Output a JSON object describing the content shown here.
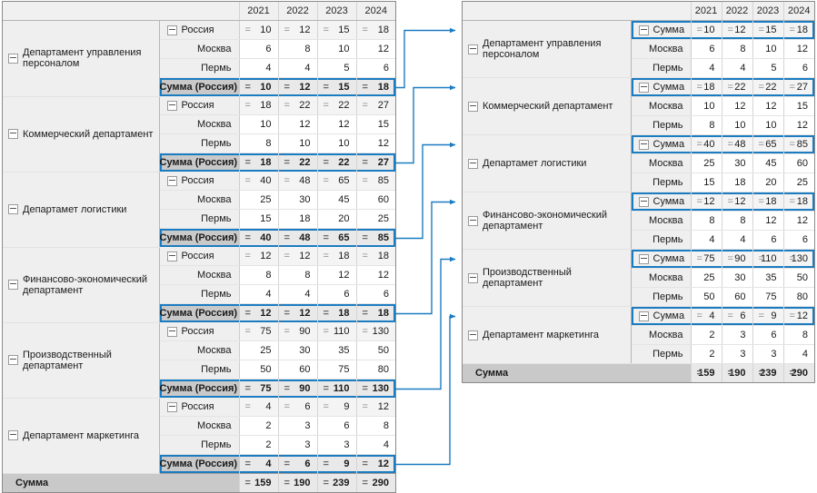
{
  "years": [
    "2021",
    "2022",
    "2023",
    "2024"
  ],
  "labels": {
    "russia": "Россия",
    "moscow": "Москва",
    "perm": "Пермь",
    "sum_russia": "Сумма (Россия)",
    "sum": "Сумма",
    "grand_total": "Сумма",
    "eq": "=",
    "expander_icon": "minus-box-icon",
    "arrow_icon": "arrow-right-icon"
  },
  "colors": {
    "accent": "#1b7cc1",
    "header_bg": "#f0f0f0",
    "dim_bg": "#efefef",
    "total_bg": "#c9c9c9",
    "total_val_bg": "#e9e9e9",
    "grid": "#d4d4d4"
  },
  "left_table": {
    "title": "",
    "columns": [
      "",
      "",
      "2021",
      "2022",
      "2023",
      "2024"
    ],
    "departments": [
      {
        "name": "Департамент управления персоналом",
        "rows": [
          {
            "label": "Россия",
            "type": "node",
            "values": [
              "10",
              "12",
              "15",
              "18"
            ],
            "eq": true
          },
          {
            "label": "Москва",
            "type": "leaf",
            "values": [
              "6",
              "8",
              "10",
              "12"
            ],
            "eq": false
          },
          {
            "label": "Пермь",
            "type": "leaf",
            "values": [
              "4",
              "4",
              "5",
              "6"
            ],
            "eq": false
          },
          {
            "label": "Сумма (Россия)",
            "type": "total",
            "values": [
              "10",
              "12",
              "15",
              "18"
            ],
            "eq": true
          }
        ]
      },
      {
        "name": "Коммерческий департамент",
        "rows": [
          {
            "label": "Россия",
            "type": "node",
            "values": [
              "18",
              "22",
              "22",
              "27"
            ],
            "eq": true
          },
          {
            "label": "Москва",
            "type": "leaf",
            "values": [
              "10",
              "12",
              "12",
              "15"
            ],
            "eq": false
          },
          {
            "label": "Пермь",
            "type": "leaf",
            "values": [
              "8",
              "10",
              "10",
              "12"
            ],
            "eq": false
          },
          {
            "label": "Сумма (Россия)",
            "type": "total",
            "values": [
              "18",
              "22",
              "22",
              "27"
            ],
            "eq": true
          }
        ]
      },
      {
        "name": "Департамет логистики",
        "rows": [
          {
            "label": "Россия",
            "type": "node",
            "values": [
              "40",
              "48",
              "65",
              "85"
            ],
            "eq": true
          },
          {
            "label": "Москва",
            "type": "leaf",
            "values": [
              "25",
              "30",
              "45",
              "60"
            ],
            "eq": false
          },
          {
            "label": "Пермь",
            "type": "leaf",
            "values": [
              "15",
              "18",
              "20",
              "25"
            ],
            "eq": false
          },
          {
            "label": "Сумма (Россия)",
            "type": "total",
            "values": [
              "40",
              "48",
              "65",
              "85"
            ],
            "eq": true
          }
        ]
      },
      {
        "name": "Финансово-экономический департамент",
        "rows": [
          {
            "label": "Россия",
            "type": "node",
            "values": [
              "12",
              "12",
              "18",
              "18"
            ],
            "eq": true
          },
          {
            "label": "Москва",
            "type": "leaf",
            "values": [
              "8",
              "8",
              "12",
              "12"
            ],
            "eq": false
          },
          {
            "label": "Пермь",
            "type": "leaf",
            "values": [
              "4",
              "4",
              "6",
              "6"
            ],
            "eq": false
          },
          {
            "label": "Сумма (Россия)",
            "type": "total",
            "values": [
              "12",
              "12",
              "18",
              "18"
            ],
            "eq": true
          }
        ]
      },
      {
        "name": "Производственный департамент",
        "rows": [
          {
            "label": "Россия",
            "type": "node",
            "values": [
              "75",
              "90",
              "110",
              "130"
            ],
            "eq": true
          },
          {
            "label": "Москва",
            "type": "leaf",
            "values": [
              "25",
              "30",
              "35",
              "50"
            ],
            "eq": false
          },
          {
            "label": "Пермь",
            "type": "leaf",
            "values": [
              "50",
              "60",
              "75",
              "80"
            ],
            "eq": false
          },
          {
            "label": "Сумма (Россия)",
            "type": "total",
            "values": [
              "75",
              "90",
              "110",
              "130"
            ],
            "eq": true
          }
        ]
      },
      {
        "name": "Департамент маркетинга",
        "rows": [
          {
            "label": "Россия",
            "type": "node",
            "values": [
              "4",
              "6",
              "9",
              "12"
            ],
            "eq": true
          },
          {
            "label": "Москва",
            "type": "leaf",
            "values": [
              "2",
              "3",
              "6",
              "8"
            ],
            "eq": false
          },
          {
            "label": "Пермь",
            "type": "leaf",
            "values": [
              "2",
              "3",
              "3",
              "4"
            ],
            "eq": false
          },
          {
            "label": "Сумма (Россия)",
            "type": "total",
            "values": [
              "4",
              "6",
              "9",
              "12"
            ],
            "eq": true
          }
        ]
      }
    ],
    "grand_total": {
      "label": "Сумма",
      "values": [
        "159",
        "190",
        "239",
        "290"
      ],
      "eq": true
    }
  },
  "right_table": {
    "columns": [
      "",
      "",
      "2021",
      "2022",
      "2023",
      "2024"
    ],
    "departments": [
      {
        "name": "Департамент управления персоналом",
        "rows": [
          {
            "label": "Сумма",
            "type": "node",
            "values": [
              "10",
              "12",
              "15",
              "18"
            ],
            "eq": true
          },
          {
            "label": "Москва",
            "type": "leaf",
            "values": [
              "6",
              "8",
              "10",
              "12"
            ],
            "eq": false
          },
          {
            "label": "Пермь",
            "type": "leaf",
            "values": [
              "4",
              "4",
              "5",
              "6"
            ],
            "eq": false
          }
        ]
      },
      {
        "name": "Коммерческий департамент",
        "rows": [
          {
            "label": "Сумма",
            "type": "node",
            "values": [
              "18",
              "22",
              "22",
              "27"
            ],
            "eq": true
          },
          {
            "label": "Москва",
            "type": "leaf",
            "values": [
              "10",
              "12",
              "12",
              "15"
            ],
            "eq": false
          },
          {
            "label": "Пермь",
            "type": "leaf",
            "values": [
              "8",
              "10",
              "10",
              "12"
            ],
            "eq": false
          }
        ]
      },
      {
        "name": "Департамет логистики",
        "rows": [
          {
            "label": "Сумма",
            "type": "node",
            "values": [
              "40",
              "48",
              "65",
              "85"
            ],
            "eq": true
          },
          {
            "label": "Москва",
            "type": "leaf",
            "values": [
              "25",
              "30",
              "45",
              "60"
            ],
            "eq": false
          },
          {
            "label": "Пермь",
            "type": "leaf",
            "values": [
              "15",
              "18",
              "20",
              "25"
            ],
            "eq": false
          }
        ]
      },
      {
        "name": "Финансово-экономический департамент",
        "rows": [
          {
            "label": "Сумма",
            "type": "node",
            "values": [
              "12",
              "12",
              "18",
              "18"
            ],
            "eq": true
          },
          {
            "label": "Москва",
            "type": "leaf",
            "values": [
              "8",
              "8",
              "12",
              "12"
            ],
            "eq": false
          },
          {
            "label": "Пермь",
            "type": "leaf",
            "values": [
              "4",
              "4",
              "6",
              "6"
            ],
            "eq": false
          }
        ]
      },
      {
        "name": "Производственный департамент",
        "rows": [
          {
            "label": "Сумма",
            "type": "node",
            "values": [
              "75",
              "90",
              "110",
              "130"
            ],
            "eq": true
          },
          {
            "label": "Москва",
            "type": "leaf",
            "values": [
              "25",
              "30",
              "35",
              "50"
            ],
            "eq": false
          },
          {
            "label": "Пермь",
            "type": "leaf",
            "values": [
              "50",
              "60",
              "75",
              "80"
            ],
            "eq": false
          }
        ]
      },
      {
        "name": "Департамент маркетинга",
        "rows": [
          {
            "label": "Сумма",
            "type": "node",
            "values": [
              "4",
              "6",
              "9",
              "12"
            ],
            "eq": true
          },
          {
            "label": "Москва",
            "type": "leaf",
            "values": [
              "2",
              "3",
              "6",
              "8"
            ],
            "eq": false
          },
          {
            "label": "Пермь",
            "type": "leaf",
            "values": [
              "2",
              "3",
              "3",
              "4"
            ],
            "eq": false
          }
        ]
      }
    ],
    "grand_total": {
      "label": "Сумма",
      "values": [
        "159",
        "190",
        "239",
        "290"
      ],
      "eq": true
    }
  }
}
